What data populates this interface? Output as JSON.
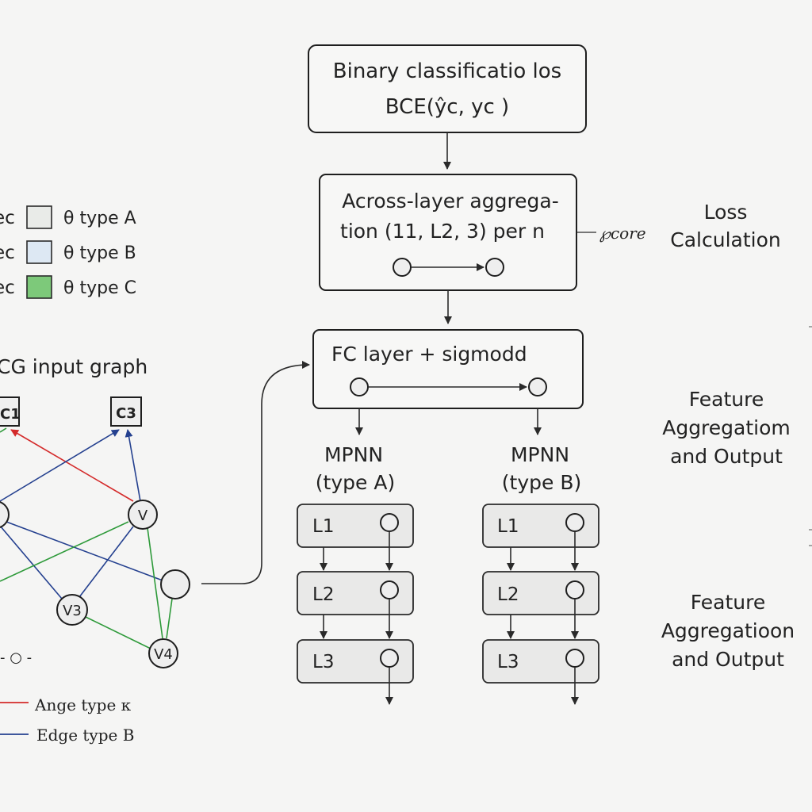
{
  "loss_box": {
    "line1": "Binary classificatio los",
    "line2": "BCE(ŷc, yc )"
  },
  "agg_box": {
    "line1": "Across-layer aggrega-",
    "line2": "tion (11, L2, 3) per n"
  },
  "score_label": "℘core",
  "fc_box": {
    "label": "FC layer + sigmodd"
  },
  "section_labels": {
    "loss": [
      "Loss",
      "Calculation"
    ],
    "feature1": [
      "Feature",
      "Aggregatiom",
      "and Output"
    ],
    "feature2": [
      "Feature",
      "Aggregatioon",
      "and Output"
    ]
  },
  "mpnn_a": {
    "title": [
      "MPNN",
      "(type A)"
    ],
    "layers": [
      "L1",
      "L2",
      "L3"
    ]
  },
  "mpnn_b": {
    "title": [
      "MPNN",
      "(type B)"
    ],
    "layers": [
      "L1",
      "L2",
      "L3"
    ]
  },
  "legend": {
    "prefix": "ec",
    "items": [
      {
        "label": "θ type A",
        "color": "#e9ebe8"
      },
      {
        "label": "θ type B",
        "color": "#dde8f3"
      },
      {
        "label": "θ type C",
        "color": "#7dc97a"
      }
    ]
  },
  "graph": {
    "title": "CG input graph",
    "clause_nodes": [
      "C1",
      "C3"
    ],
    "var_nodes": [
      "V",
      "V3",
      "V4"
    ],
    "small_legend": "- ○ -"
  },
  "edge_legend": [
    {
      "label": "Ange type κ",
      "color": "#d42a2a"
    },
    {
      "label": "Edge type  B",
      "color": "#24408f"
    }
  ]
}
